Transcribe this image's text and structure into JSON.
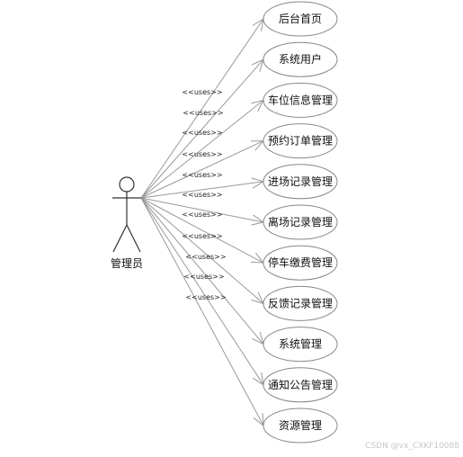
{
  "actor": {
    "name": "管理员"
  },
  "relation_label": "<<uses>>",
  "use_cases": [
    {
      "label": "后台首页"
    },
    {
      "label": "系统用户"
    },
    {
      "label": "车位信息管理"
    },
    {
      "label": "预约订单管理"
    },
    {
      "label": "进场记录管理"
    },
    {
      "label": "离场记录管理"
    },
    {
      "label": "停车缴费管理"
    },
    {
      "label": "反馈记录管理"
    },
    {
      "label": "系统管理"
    },
    {
      "label": "通知公告管理"
    },
    {
      "label": "资源管理"
    }
  ],
  "watermark": "CSDN @vx_CXKF10088",
  "colors": {
    "line": "#999999",
    "ellipse_stroke": "#888888",
    "actor_stroke": "#333333"
  }
}
